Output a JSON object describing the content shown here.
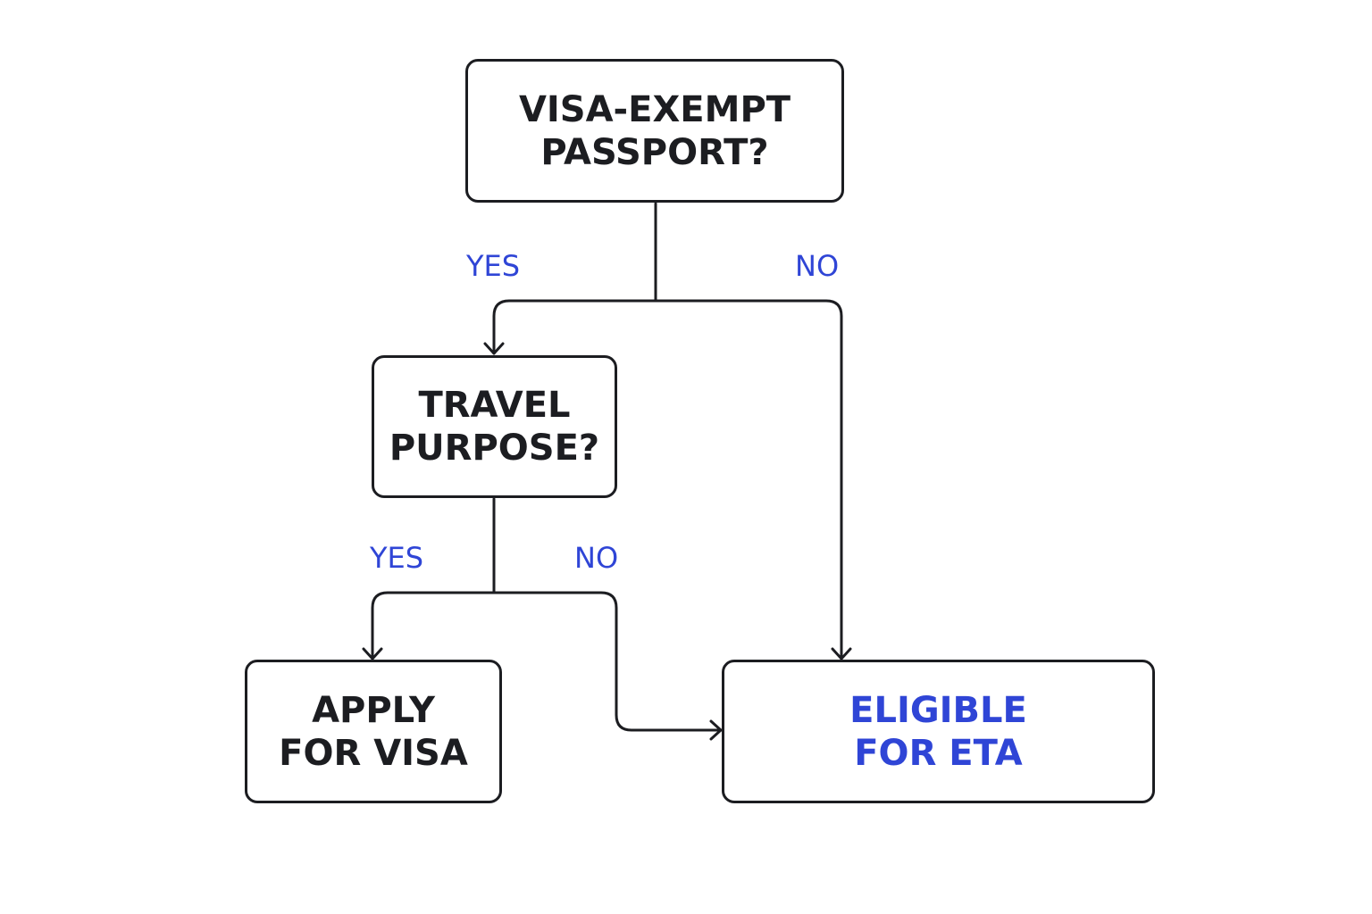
{
  "colors": {
    "stroke": "#1c1d21",
    "text": "#1c1d21",
    "accent": "#2f45d6",
    "background": "#ffffff"
  },
  "nodes": {
    "passport": [
      "VISA-EXEMPT",
      "PASSPORT?"
    ],
    "purpose": [
      "TRAVEL",
      "PURPOSE?"
    ],
    "visa": [
      "APPLY",
      "FOR VISA"
    ],
    "eta": [
      "ELIGIBLE",
      "FOR ETA"
    ]
  },
  "branches": {
    "passport_yes": "YES",
    "passport_no": "NO",
    "purpose_yes": "YES",
    "purpose_no": "NO"
  }
}
